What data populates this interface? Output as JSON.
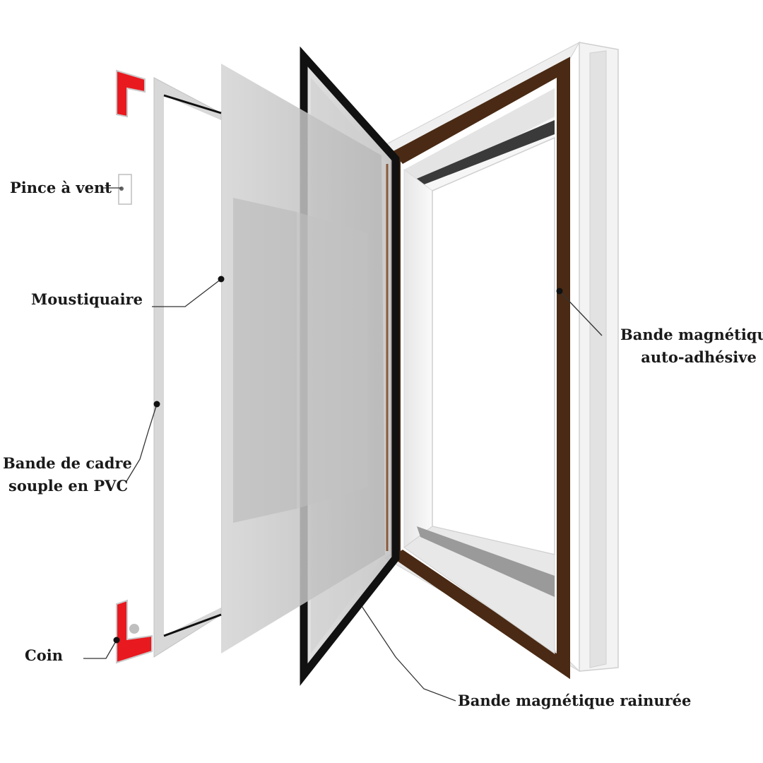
{
  "labels": {
    "wind_clip": "Pince à vent",
    "mosquito_net": "Moustiquaire",
    "pvc_frame_line1": "Bande de cadre",
    "pvc_frame_line2": "souple en PVC",
    "corner": "Coin",
    "adhesive_strip_line1": "Bande magnétique",
    "adhesive_strip_line2": "auto-adhésive",
    "grooved_strip": "Bande magnétique rainurée"
  },
  "colors": {
    "corner_red": "#e8191f",
    "magnetic_brown": "#4a2a14",
    "grooved_black": "#111111",
    "mesh_gray": "#c9c9c9",
    "frame_white": "#f4f4f4",
    "leader_line": "#333333"
  }
}
